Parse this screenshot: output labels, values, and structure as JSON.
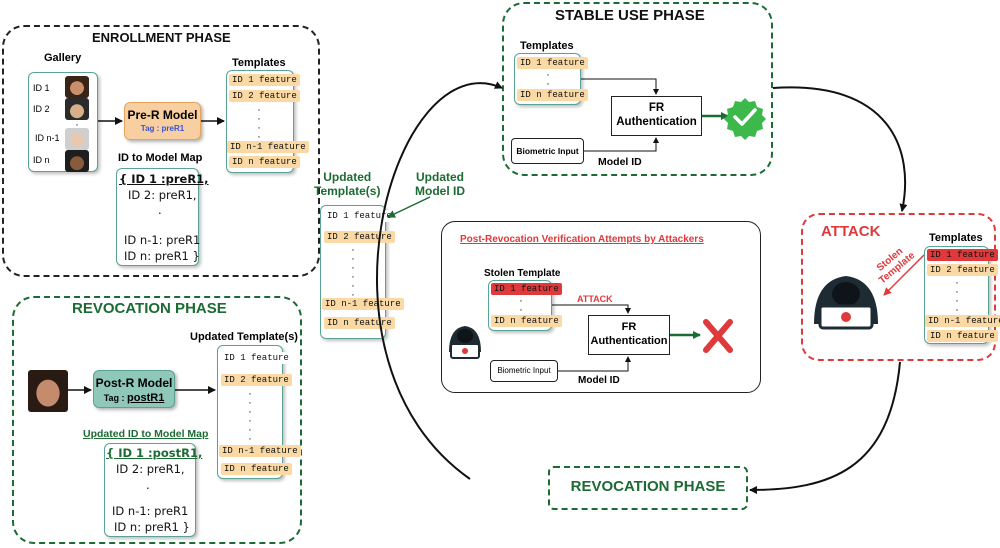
{
  "enrollment": {
    "title": "ENROLLMENT PHASE",
    "gallery_label": "Gallery",
    "gallery_ids": [
      "ID 1",
      "ID 2",
      "ID n-1",
      "ID n"
    ],
    "model_name": "Pre-R Model",
    "model_tag": "Tag : preR1",
    "templates_label": "Templates",
    "feature_top": [
      "ID 1 feature",
      "ID 2 feature"
    ],
    "feature_bottom": [
      "ID n-1 feature",
      "ID n feature"
    ],
    "map_title": "ID to Model Map",
    "map_lines": [
      "{ ID 1 :preR1,",
      "ID 2: preR1,",
      ".",
      "ID n-1: preR1",
      "ID n: preR1 }"
    ]
  },
  "revocation_left": {
    "title": "REVOCATION PHASE",
    "model_name": "Post-R Model",
    "model_tag_prefix": "Tag : ",
    "model_tag_value": "postR1",
    "templates_label": "Updated Template(s)",
    "feature_top": [
      "ID 1 feature",
      "ID 2 feature"
    ],
    "feature_bottom": [
      "ID n-1 feature",
      "ID n feature"
    ],
    "map_title": "Updated ID to Model Map",
    "map_lines": [
      "{ ID 1 :postR1,",
      "ID 2: preR1,",
      ".",
      "ID n-1: preR1",
      "ID n: preR1 }"
    ]
  },
  "middle": {
    "updated_templates_label": "Updated\nTemplate(s)",
    "updated_model_label": "Updated\nModel ID",
    "feature_top": [
      "ID 1 feature",
      "ID 2 feature"
    ],
    "feature_bottom": [
      "ID n-1 feature",
      "ID n feature"
    ]
  },
  "stable": {
    "title": "STABLE USE PHASE",
    "templates_label": "Templates",
    "feature_top": "ID 1 feature",
    "feature_bottom": "ID n feature",
    "fr_label": "FR\nAuthentication",
    "biometric_label": "Biometric Input",
    "model_id_label": "Model ID"
  },
  "post_revocation": {
    "title": "Post-Revocation Verification Attempts by Attackers",
    "stolen_label": "Stolen Template",
    "feature_top": "ID 1 feature",
    "feature_bottom": "ID n feature",
    "attack_label": "ATTACK",
    "fr_label": "FR\nAuthentication",
    "biometric_label": "Biometric Input",
    "model_id_label": "Model ID"
  },
  "attack": {
    "title": "ATTACK",
    "templates_label": "Templates",
    "stolen_label": "Stolen\nTemplate",
    "feature_top": [
      "ID 1 feature",
      "ID 2 feature"
    ],
    "feature_bottom": [
      "ID n-1 feature",
      "ID n feature"
    ]
  },
  "revocation_bottom": {
    "title": "REVOCATION PHASE"
  },
  "colors": {
    "green": "#1d6b34",
    "red": "#e0393b",
    "feature": "#fbd9a5",
    "model_orange": "#f8cfa0",
    "model_teal": "#8fc7b9",
    "tag_blue": "#3b52d6",
    "check_green": "#3db84b"
  }
}
